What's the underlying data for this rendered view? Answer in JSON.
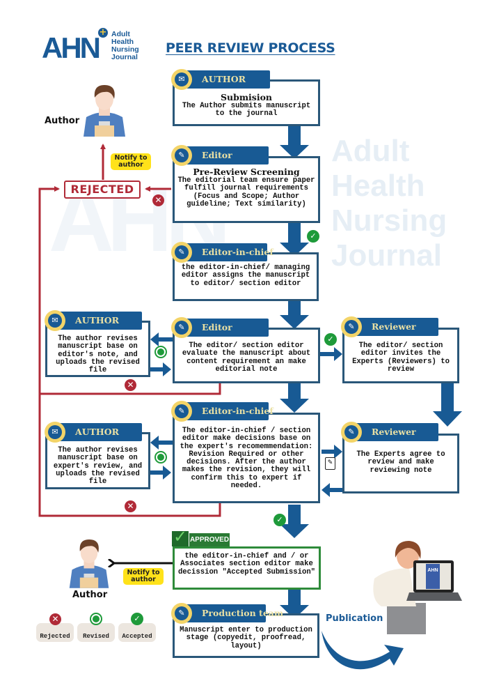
{
  "logo": {
    "mark": "AHN",
    "lines": [
      "Adult",
      "Health",
      "Nursing",
      "Journal"
    ]
  },
  "title": "PEER REVIEW PROCESS",
  "watermark": {
    "mark": "AHN",
    "lines": [
      "Adult",
      "Health",
      "Nursing",
      "Journal"
    ]
  },
  "people": {
    "author_top_label": "Author",
    "author_bottom_label": "Author"
  },
  "notify": {
    "top": "Notify to author",
    "bottom": "Notify to author"
  },
  "rejected_label": "REJECTED",
  "steps": {
    "submission": {
      "role": "AUTHOR",
      "heading": "Submision",
      "text": "The Author submits manuscript to the journal"
    },
    "screening": {
      "role": "Editor",
      "heading": "Pre-Review Screening",
      "text": "The editorial team ensure paper fulfill journal requirements (Focus and Scope; Author guideline; Text similarity)"
    },
    "assign": {
      "role": "Editor-in-chief",
      "text": "the editor-in-chief/ managing editor assigns the manuscript to editor/ section editor"
    },
    "editor_eval": {
      "role": "Editor",
      "text": "The editor/ section editor evaluate the manuscript about content requirement an make editorial note"
    },
    "author_revise_1": {
      "role": "AUTHOR",
      "text": "The author revises manuscript base on editor's note, and uploads the revised file"
    },
    "reviewer_invite": {
      "role": "Reviewer",
      "text": "The editor/ section editor invites the Experts (Reviewers) to review"
    },
    "decision": {
      "role": "Editor-in-chief",
      "text": "The editor-in-chief / section editor make decisions base on the expert's recomemmendation: Revision Required or other decisions. After the author makes the revision, they will confirm this to expert if needed."
    },
    "author_revise_2": {
      "role": "AUTHOR",
      "text": "The author revises manuscript base on expert's review, and uploads the revised file"
    },
    "reviewer_note": {
      "role": "Reviewer",
      "text": "The Experts agree to review and make reviewing note"
    },
    "approved": {
      "role": "APPROVED",
      "text": "the editor-in-chief and / or Associates section editor make decission \"Accepted Submission\""
    },
    "production": {
      "role": "Production team",
      "text": "Manuscript enter to production stage (copyedit, proofread, layout)"
    }
  },
  "publication_label": "Publication",
  "laptop_cover": "AHN",
  "legend": [
    {
      "label": "Rejected",
      "icon": "x-circle-icon"
    },
    {
      "label": "Revised",
      "icon": "revised-check-icon"
    },
    {
      "label": "Accepted",
      "icon": "check-circle-icon"
    }
  ],
  "colors": {
    "primary": "#185a94",
    "box_border": "#2a5779",
    "rejected": "#b02a37",
    "accepted": "#1e9a3a",
    "approved_border": "#2e8b3a",
    "tab_text": "#e9e0a4",
    "badge": "#f3d468",
    "notify_bg": "#ffe21a"
  }
}
